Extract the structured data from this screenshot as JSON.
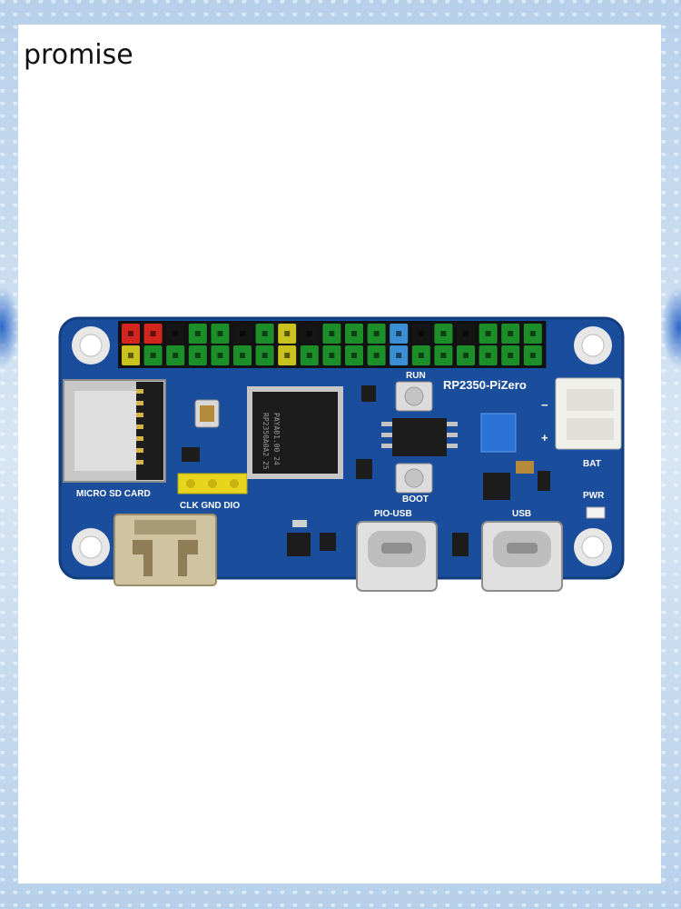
{
  "caption": "promise",
  "board": {
    "model": "RP2350-PiZero",
    "labels": {
      "sd": "MICRO SD CARD",
      "debug": "CLK GND DIO",
      "run": "RUN",
      "boot": "BOOT",
      "pio_usb": "PIO-USB",
      "usb": "USB",
      "bat": "BAT",
      "pwr": "PWR",
      "minus": "−",
      "plus": "+"
    },
    "chip_main": [
      "RP2350A0A2 25",
      "PAYA01.00 24"
    ]
  },
  "colors": {
    "pcb": "#1a4e9c",
    "header_green": "#1d8f2a",
    "header_red": "#d3261e",
    "header_yellow": "#c9c21e",
    "header_blue": "#3a8fd6",
    "header_black": "#151515"
  },
  "header": {
    "top_row": [
      "red",
      "red",
      "black",
      "green",
      "green",
      "black",
      "green",
      "yellow",
      "black",
      "green",
      "green",
      "green",
      "blue",
      "black",
      "green",
      "black",
      "green",
      "green",
      "green"
    ],
    "bottom_row": [
      "yellow",
      "green",
      "green",
      "green",
      "green",
      "green",
      "green",
      "yellow",
      "green",
      "green",
      "green",
      "green",
      "blue",
      "green",
      "green",
      "green",
      "green",
      "green",
      "green"
    ]
  }
}
